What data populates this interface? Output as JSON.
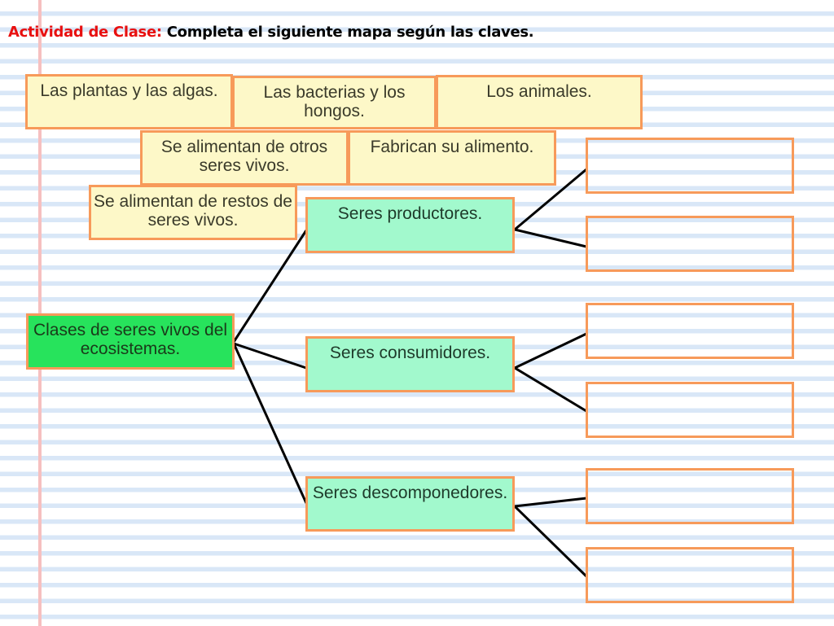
{
  "title": {
    "label": "Actividad de Clase:",
    "text": "Completa el siguiente mapa según las claves."
  },
  "clues": [
    "Las plantas y las algas.",
    "Las bacterias y los hongos.",
    "Los animales.",
    "Se alimentan de otros seres vivos.",
    "Fabrican su alimento.",
    "Se alimentan de restos de seres vivos."
  ],
  "root": "Clases de seres vivos del ecosistemas.",
  "categories": [
    "Seres productores.",
    "Seres consumidores.",
    "Seres descomponedores."
  ]
}
